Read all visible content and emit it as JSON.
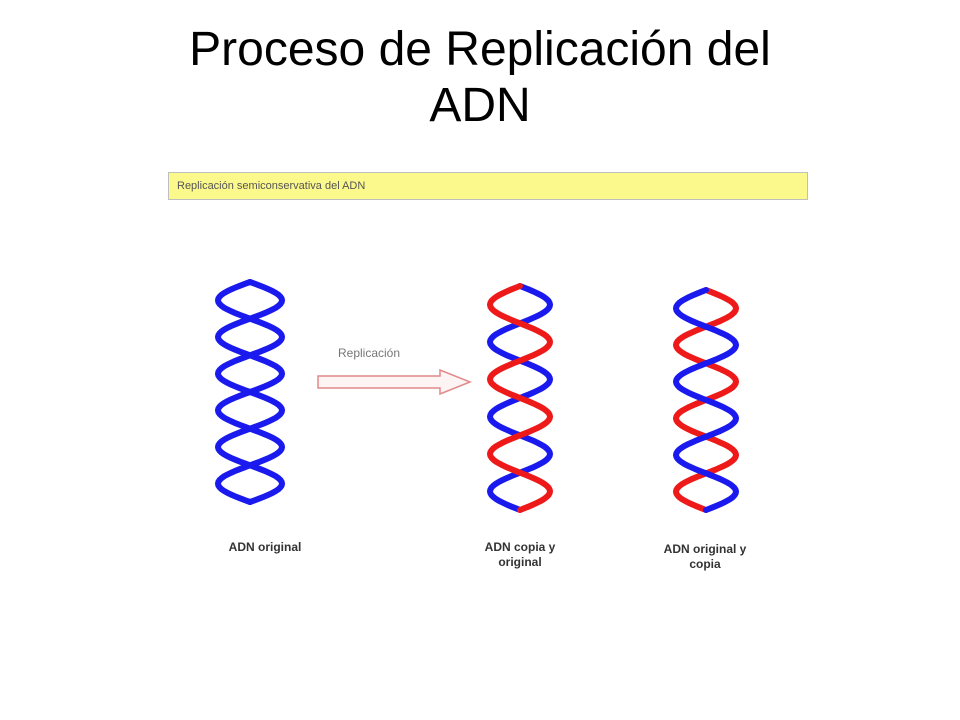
{
  "title": {
    "line1": "Proceso de Replicación del",
    "line2": "ADN"
  },
  "caption": "Replicación semiconservativa del ADN",
  "arrow_label": "Replicación",
  "helices": [
    {
      "label_line1": "ADN original",
      "label_line2": "",
      "strand_a_color": "#1a1aee",
      "strand_b_color": "#1a1aee"
    },
    {
      "label_line1": "ADN copia y",
      "label_line2": "original",
      "strand_a_color": "#1a1aee",
      "strand_b_color": "#ee1a1a"
    },
    {
      "label_line1": "ADN original y",
      "label_line2": "copia",
      "strand_a_color": "#ee1a1a",
      "strand_b_color": "#1a1aee"
    }
  ],
  "colors": {
    "original_strand": "#1a1aee",
    "copy_strand": "#ee1a1a",
    "caption_background": "#fbf88c",
    "arrow_stroke": "#e08a8a"
  }
}
